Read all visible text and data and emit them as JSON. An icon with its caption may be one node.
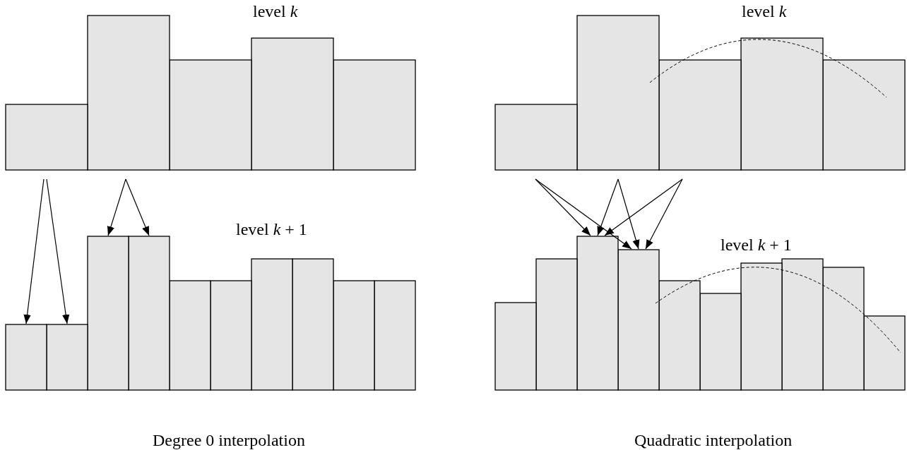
{
  "diagram": {
    "nodes": [
      {
        "text": [],
        "shape": "bar"
      },
      {
        "text": [],
        "shape": "bar"
      },
      {
        "text": [],
        "shape": "bar"
      },
      {
        "text": [],
        "shape": "bar"
      },
      {
        "text": [],
        "shape": "bar"
      },
      {
        "text": [],
        "shape": "bar"
      },
      {
        "text": [],
        "shape": "bar"
      },
      {
        "text": [],
        "shape": "bar"
      },
      {
        "text": [],
        "shape": "bar"
      },
      {
        "text": [],
        "shape": "bar"
      },
      {
        "text": [],
        "shape": "bar"
      },
      {
        "text": [],
        "shape": "bar"
      },
      {
        "text": [],
        "shape": "bar"
      },
      {
        "text": [],
        "shape": "bar"
      },
      {
        "text": [],
        "shape": "bar"
      },
      {
        "text": [],
        "shape": "bar"
      },
      {
        "text": [],
        "shape": "bar"
      },
      {
        "text": [],
        "shape": "bar"
      },
      {
        "text": [],
        "shape": "bar"
      },
      {
        "text": [],
        "shape": "bar"
      },
      {
        "text": [],
        "shape": "bar"
      },
      {
        "text": [],
        "shape": "bar"
      },
      {
        "text": [],
        "shape": "bar"
      },
      {
        "text": [],
        "shape": "bar"
      },
      {
        "text": [],
        "shape": "bar"
      },
      {
        "text": [],
        "shape": "bar"
      },
      {
        "text": [],
        "shape": "bar"
      },
      {
        "text": [],
        "shape": "bar"
      },
      {
        "text": [],
        "shape": "bar"
      },
      {
        "text": [],
        "shape": "bar"
      }
    ],
    "edges": [
      {
        "from": 0,
        "to": 5,
        "arrow": "to"
      },
      {
        "from": 0,
        "to": 6,
        "arrow": "to"
      },
      {
        "from": 1,
        "to": 7,
        "arrow": "to"
      },
      {
        "from": 1,
        "to": 8,
        "arrow": "to"
      },
      {
        "from": 15,
        "to": 22,
        "arrow": "to"
      },
      {
        "from": 15,
        "to": 23,
        "arrow": "to"
      },
      {
        "from": 16,
        "to": 22,
        "arrow": "to"
      },
      {
        "from": 16,
        "to": 23,
        "arrow": "to"
      },
      {
        "from": 17,
        "to": 22,
        "arrow": "to"
      },
      {
        "from": 17,
        "to": 23,
        "arrow": "to"
      }
    ],
    "labels": [
      "level *k*",
      "level *k*",
      "level *k* + 1",
      "level *k* + 1",
      "Degree 0 interpolation",
      "Quadratic interpolation"
    ]
  }
}
